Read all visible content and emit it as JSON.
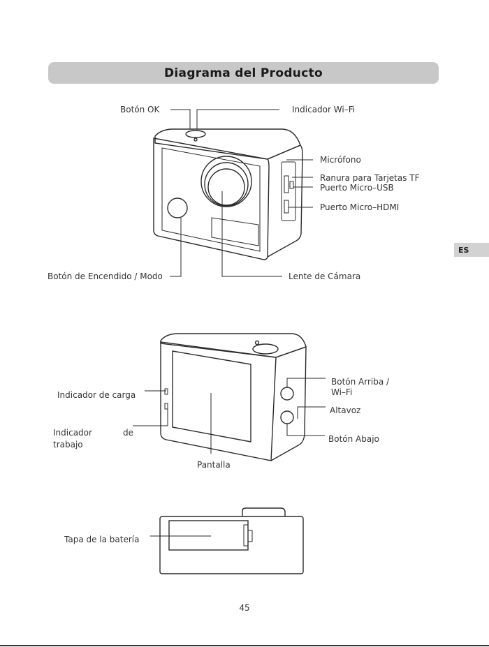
{
  "title": "Diagrama del Producto",
  "lang_tab": "ES",
  "front_labels": {
    "ok_button": "Botón OK",
    "wifi_indicator": "Indicador Wi–Fi",
    "microphone": "Micrófono",
    "tf_slot": "Ranura para Tarjetas TF",
    "micro_usb": "Puerto Micro–USB",
    "micro_hdmi": "Puerto Micro–HDMI",
    "power_mode": "Botón de Encendido / Modo",
    "lens": "Lente de Cámara"
  },
  "back_labels": {
    "charge_indicator": "Indicador de carga",
    "work_indicator_1": "Indicador",
    "work_indicator_2": "de",
    "work_indicator_3": "trabajo",
    "up_wifi_1": "Botón Arriba /",
    "up_wifi_2": "Wi–Fi",
    "speaker": "Altavoz",
    "down_button": "Botón Abajo",
    "screen": "Pantalla"
  },
  "bottom_labels": {
    "battery_cover": "Tapa de la batería"
  },
  "page_number": "45"
}
